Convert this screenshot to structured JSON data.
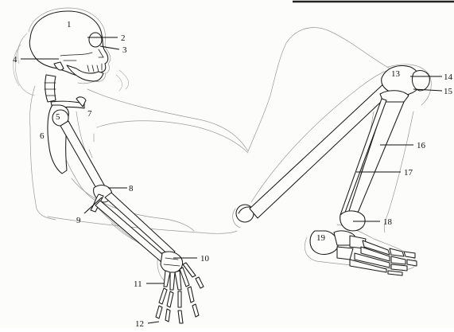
{
  "figure": {
    "labels": [
      "1",
      "2",
      "3",
      "4",
      "5",
      "6",
      "7",
      "8",
      "9",
      "10",
      "11",
      "12",
      "13",
      "14",
      "15",
      "16",
      "17",
      "18",
      "19"
    ]
  },
  "colors": {
    "ink": "#111111",
    "outline": "#9a9a9a",
    "paper": "#fcfcfb"
  }
}
